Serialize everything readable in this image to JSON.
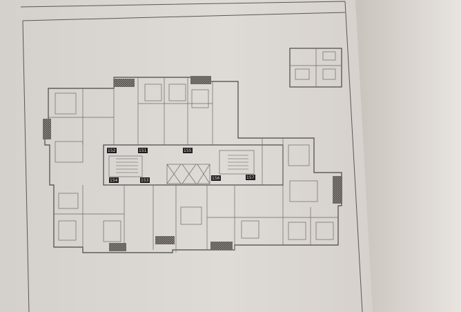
{
  "plan": {
    "unit_labels": [
      "152",
      "151",
      "155",
      "154",
      "153",
      "156",
      "157"
    ]
  },
  "colors": {
    "paper": "#dcd8d4",
    "ink": "#4a4644",
    "background": "#cfc9c4"
  }
}
